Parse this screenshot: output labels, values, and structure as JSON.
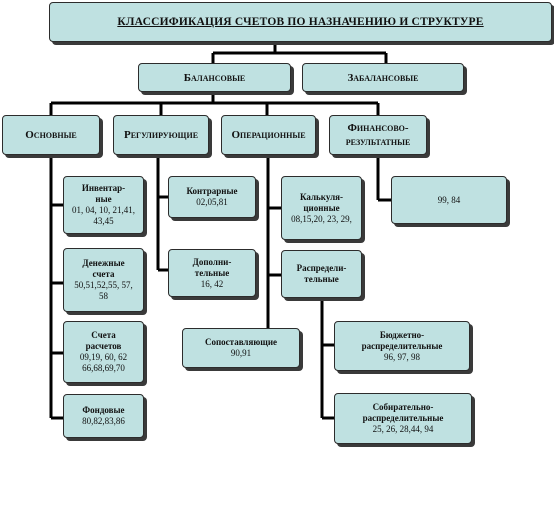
{
  "title": "КЛАССИФИКАЦИЯ СЧЕТОВ ПО НАЗНАЧЕНИЮ И СТРУКТУРЕ",
  "level1": {
    "balance": "Балансовые",
    "offbalance": "Забалансовые"
  },
  "level2": {
    "main": "Основные",
    "regulating": "Регулирующие",
    "operational": "Операционные",
    "financial": "Финансово-результатные"
  },
  "main_items": [
    {
      "name": "Инвентар-ные",
      "codes": "01, 04, 10, 21,41, 43,45"
    },
    {
      "name": "Денежные счета",
      "codes": "50,51,52,55, 57, 58"
    },
    {
      "name": "Счета расчетов",
      "codes": "09,19, 60, 62 66,68,69,70"
    },
    {
      "name": "Фондовые",
      "codes": "80,82,83,86"
    }
  ],
  "regulating_items": [
    {
      "name": "Контрарные",
      "codes": "02,05,81"
    },
    {
      "name": "Дополни-тельные",
      "codes": "16, 42"
    }
  ],
  "operational_items": [
    {
      "name": "Калькуля-ционные",
      "codes": "08,15,20, 23, 29,"
    },
    {
      "name": "Распредели-тельные",
      "codes": ""
    },
    {
      "name": "Сопоставляющие",
      "codes": "90,91"
    }
  ],
  "distributive_items": [
    {
      "name": "Бюджетно-распределительные",
      "codes": "96, 97, 98"
    },
    {
      "name": "Собирательно-распределительные",
      "codes": "25, 26, 28,44, 94"
    }
  ],
  "financial_items": [
    {
      "name": "",
      "codes": "99, 84"
    }
  ]
}
